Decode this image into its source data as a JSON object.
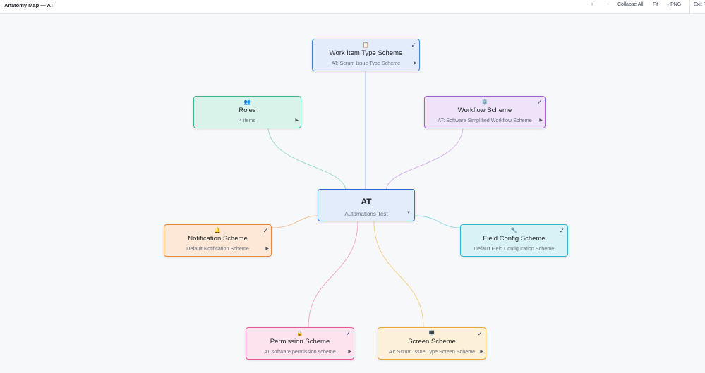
{
  "header": {
    "title": "Anatomy Map — AT",
    "zoom_in_label": "+",
    "zoom_out_label": "−",
    "collapse_all_label": "Collapse All",
    "fit_label": "Fit",
    "png_label": "PNG",
    "exit_label": "Exit F"
  },
  "center": {
    "title": "AT",
    "subtitle": "Automations Test",
    "toggle_glyph": "▼"
  },
  "nodes": [
    {
      "key": "work-item-type-scheme",
      "icon": "clipboard-icon",
      "glyph": "📋",
      "title": "Work Item Type Scheme",
      "subtitle": "AT: Scrum Issue Type Scheme",
      "checked": true,
      "expand_glyph": "▶",
      "check_glyph": "✓",
      "fill": "#e3ecfb",
      "border": "#4a7fdc",
      "line": "#9bb8ea"
    },
    {
      "key": "roles",
      "icon": "users-icon",
      "glyph": "👥",
      "title": "Roles",
      "subtitle": "4 items",
      "checked": false,
      "expand_glyph": "▶",
      "check_glyph": "✓",
      "fill": "#d9f3ea",
      "border": "#3db88a",
      "line": "#9fdcc6"
    },
    {
      "key": "workflow-scheme",
      "icon": "gear-icon",
      "glyph": "⚙️",
      "title": "Workflow Scheme",
      "subtitle": "AT: Software Simplified Workflow Scheme",
      "checked": true,
      "expand_glyph": "▶",
      "check_glyph": "✓",
      "fill": "#efe3fa",
      "border": "#a35fd0",
      "line": "#d4b4ec"
    },
    {
      "key": "notification-scheme",
      "icon": "bell-icon",
      "glyph": "🔔",
      "title": "Notification Scheme",
      "subtitle": "Default Notification Scheme",
      "checked": true,
      "expand_glyph": "▶",
      "check_glyph": "✓",
      "fill": "#fde8d8",
      "border": "#ec8a3a",
      "line": "#f6bf94"
    },
    {
      "key": "field-config-scheme",
      "icon": "wrench-icon",
      "glyph": "🔧",
      "title": "Field Config Scheme",
      "subtitle": "Default Field Configuration Scheme",
      "checked": true,
      "expand_glyph": "",
      "check_glyph": "✓",
      "fill": "#d8f2f5",
      "border": "#36b6c6",
      "line": "#96d9e2"
    },
    {
      "key": "permission-scheme",
      "icon": "lock-icon",
      "glyph": "🔒",
      "title": "Permission Scheme",
      "subtitle": "AT software permission scheme",
      "checked": true,
      "expand_glyph": "▶",
      "check_glyph": "✓",
      "fill": "#fde3ee",
      "border": "#e35b96",
      "line": "#f2a9c7"
    },
    {
      "key": "screen-scheme",
      "icon": "monitor-icon",
      "glyph": "🖥️",
      "title": "Screen Scheme",
      "subtitle": "AT: Scrum Issue Type Screen Scheme",
      "checked": true,
      "expand_glyph": "▶",
      "check_glyph": "✓",
      "fill": "#fdf0d9",
      "border": "#eaa63a",
      "line": "#f4cf8e"
    }
  ]
}
